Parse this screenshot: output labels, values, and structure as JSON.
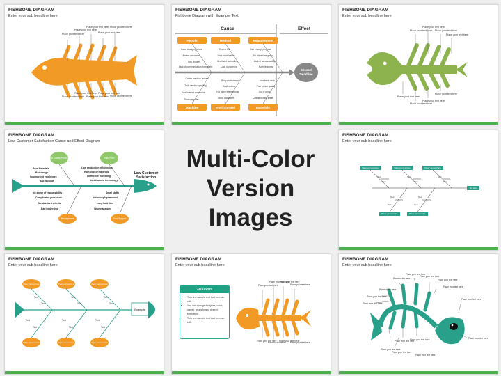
{
  "center_text": {
    "line1": "Multi-Color",
    "line2": "Version Images"
  },
  "slide1": {
    "title": "FISHBONE DIAGRAM",
    "subtitle": "Enter your sub headline here",
    "label": "Place your text here"
  },
  "slide2": {
    "title": "FISHBONE DIAGRAM",
    "subtitle": "Fishbone Diagram with Example Text",
    "cause": "Cause",
    "effect": "Effect",
    "top_cats": [
      "People",
      "Method",
      "Measurement"
    ],
    "bottom_cats": [
      "Machine",
      "Environment",
      "Materials"
    ],
    "head": [
      "Missed",
      "Deadline"
    ],
    "people": [
      "No or changing tasks",
      "Absent coworkers",
      "Sick children",
      "Lack of communication from client"
    ],
    "method": [
      "Review this",
      "Poor prioritization",
      "Unrelated subroutine",
      "Lack of planning"
    ],
    "measurement": [
      "Not enough progress",
      "No client time given",
      "Lack of accountability",
      "No milestones"
    ],
    "machine": [
      "Coffee machine broken",
      "Tech needs upgrading",
      "Poor internet connection",
      "Slow computer"
    ],
    "environment": [
      "Busy environment",
      "Small cubicle",
      "Too many interruptions",
      "Noisy coworkers"
    ],
    "materials": [
      "Unreliable desk",
      "Poor printer quality",
      "Out of pens",
      "Outdated data sheet"
    ]
  },
  "slide3": {
    "title": "FISHBONE DIAGRAM",
    "subtitle": "Enter your sub headline here",
    "label": "Place your text here"
  },
  "slide4": {
    "title": "FISHBONE DIAGRAM",
    "subtitle": "Low Customer Satisfaction Cause and Effect Diagram",
    "head": [
      "Low Customer",
      "Satisfaction"
    ],
    "top_ovals": [
      "Lack Quality Products",
      "High Price"
    ],
    "bottom_ovals": [
      "Management",
      "Poor Support"
    ],
    "left_top": [
      "Poor Materials",
      "Bad design",
      "Incompetent employees",
      "Bad package"
    ],
    "right_top": [
      "Low production efficiencies",
      "High cost of materials",
      "Ineffective marketing",
      "No advanced technology"
    ],
    "left_bottom": [
      "No sense of responsibility",
      "Complicated procedure",
      "No standard criteria",
      "Bad leadership"
    ],
    "right_bottom": [
      "Small staffs",
      "Not enough personnel",
      "Long hold time",
      "Wrong answers"
    ]
  },
  "slide5": {
    "title": "FISHBONE DIAGRAM",
    "subtitle": "Enter your sub headline here",
    "box": "Place your text here",
    "text": "Text",
    "end": "Text Here"
  },
  "slide6": {
    "title": "FISHBONE DIAGRAM",
    "subtitle": "Enter your sub headline here",
    "oval": "Place your text here",
    "text": "Text",
    "end": "Example"
  },
  "slide7": {
    "title": "FISHBONE DIAGRAM",
    "subtitle": "Enter your sub headline here",
    "analysis_title": "ANALYSIS",
    "bullets": [
      "This is a sample text that you can edit.",
      "You can change font(size, color, name), or apply any desired formatting.",
      "This is a sample text that you can edit."
    ],
    "label": "Place your text here",
    "label_alt": "Placeholder here"
  },
  "slide8": {
    "title": "FISHBONE DIAGRAM",
    "subtitle": "Enter your sub headline here",
    "label": "Place your text here",
    "label_alt": "Placeholder here"
  },
  "colors": {
    "orange": "#f29a26",
    "olive": "#8db34e",
    "teal": "#28a08a",
    "footer": "#4caf50"
  }
}
